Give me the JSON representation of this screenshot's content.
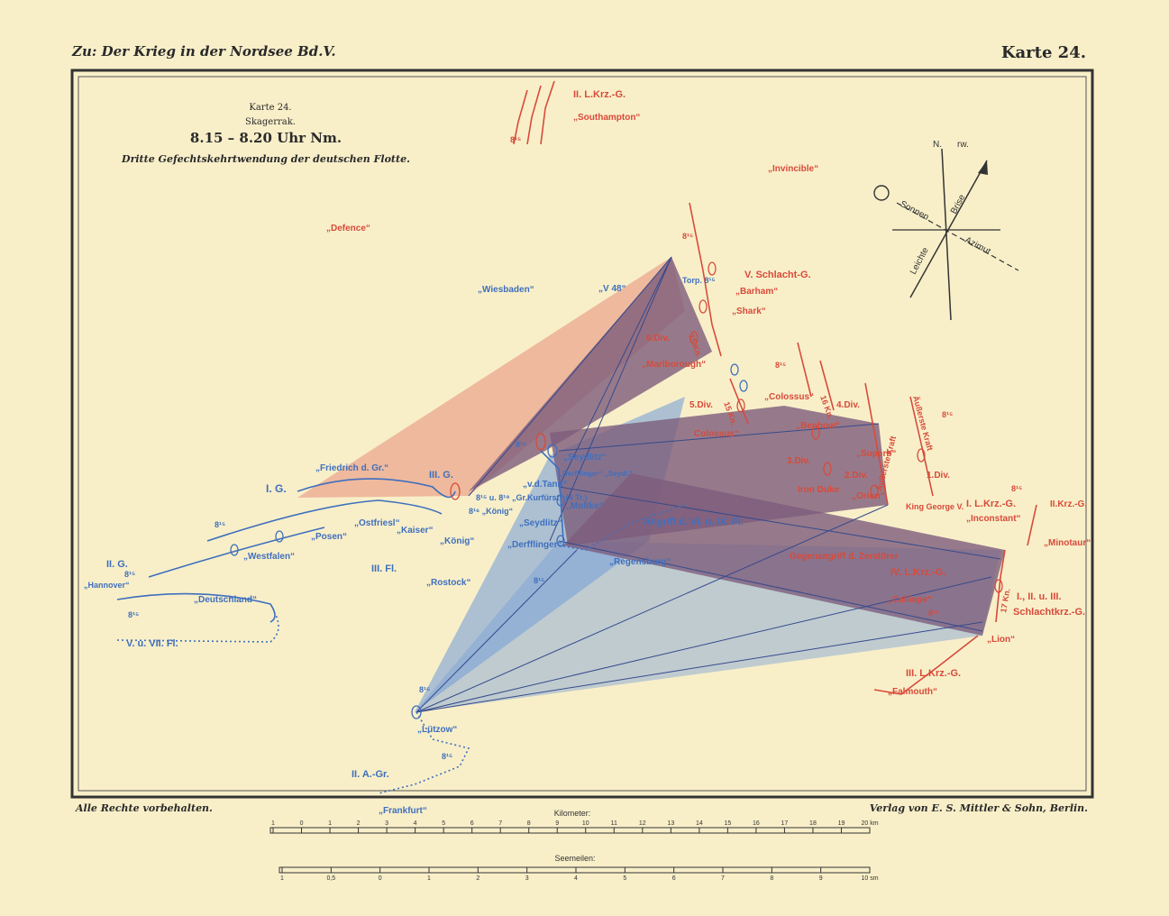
{
  "header": {
    "left": "Zu: Der Krieg in der Nordsee Bd.V.",
    "right": "Karte 24."
  },
  "title": {
    "line1": "Karte 24.",
    "line2": "Skagerrak.",
    "line3": "8.15 – 8.20 Uhr Nm.",
    "line4": "Dritte Gefechtskehrtwendung der deutschen Flotte."
  },
  "compass": {
    "n": "N.",
    "rw": "rw.",
    "sonnen": "Sonnen",
    "brise": "Brise",
    "leichte": "Leichte",
    "azimut": "Azimut"
  },
  "colors": {
    "red": "#d84a3a",
    "blue": "#3f6fbd",
    "paper": "#f8efc9",
    "frame": "#333333"
  },
  "labels_red": [
    "II. L.Krz.-G.",
    "„Southampton“",
    "„Invincible“",
    "„Defence“",
    "V. Schlacht-G.",
    "„Barham“",
    "„Shark“",
    "6.Div.",
    "„Marlborough“",
    "5.Div.",
    "„Colossus“",
    "Colossus“",
    "4.Div.",
    "„Benbow“",
    "3.Div.",
    "„Superb“",
    "2.Div.",
    "Iron Duke",
    "„Orion“",
    "Äußerste Kraft",
    "Äußerste Kraft",
    "1.Div.",
    "King George V.",
    "I. L.Krz.-G.",
    "„Inconstant“",
    "II.Krz.-G.",
    "„Minotaur“",
    "Gegenangriff d. Zerstörer",
    "IV. L.Krz.-G.",
    "„Calliope“",
    "I., II. u. III.",
    "Schlachtkrz.-G.",
    "„Lion“",
    "III. L.Krz.-G.",
    "„Falmouth“",
    "15 Kn.",
    "15 Kn.",
    "16 Kn.",
    "17 Kn.",
    "Torp. 8¹⁵"
  ],
  "labels_blue": [
    "„Wiesbaden“",
    "„V 48“",
    "„Friedrich d. Gr.“",
    "I. G.",
    "III. G.",
    "„Seydlitz“",
    "„Derfflinger“ „Seydl.“",
    "„v.d.Tann“",
    "8¹⁵ u. 8¹⁹ „Gr.Kurfürst“ (4 Tr.)",
    "8¹⁶ „König“",
    "„Moltke“",
    "„Ostfriesl“",
    "„Posen“",
    "„Kaiser“",
    "„König“",
    "„Seydlitz“",
    "„Derfflinger“",
    "Angriff d. VI. u. IX. Fl.",
    "„Regensburg“",
    "„Westfalen“",
    "III. Fl.",
    "„Rostock“",
    "II. G.",
    "„Hannover“",
    "„Deutschland“",
    "V. u. VII. Fl.",
    "„Lützow“",
    "II. A.-Gr.",
    "„Frankfurt“"
  ],
  "time_label": "8¹⁵",
  "footer": {
    "left": "Alle Rechte vorbehalten.",
    "right": "Verlag von E. S. Mittler & Sohn, Berlin."
  },
  "scale_km": {
    "title": "Kilometer:",
    "ticks": [
      "1",
      "0",
      "1",
      "2",
      "3",
      "4",
      "5",
      "6",
      "7",
      "8",
      "9",
      "10",
      "11",
      "12",
      "13",
      "14",
      "15",
      "16",
      "17",
      "18",
      "19",
      "20 km"
    ]
  },
  "scale_sm": {
    "title": "Seemeilen:",
    "ticks": [
      "1",
      "0,5",
      "0",
      "1",
      "2",
      "3",
      "4",
      "5",
      "6",
      "7",
      "8",
      "9",
      "10 sm"
    ]
  }
}
